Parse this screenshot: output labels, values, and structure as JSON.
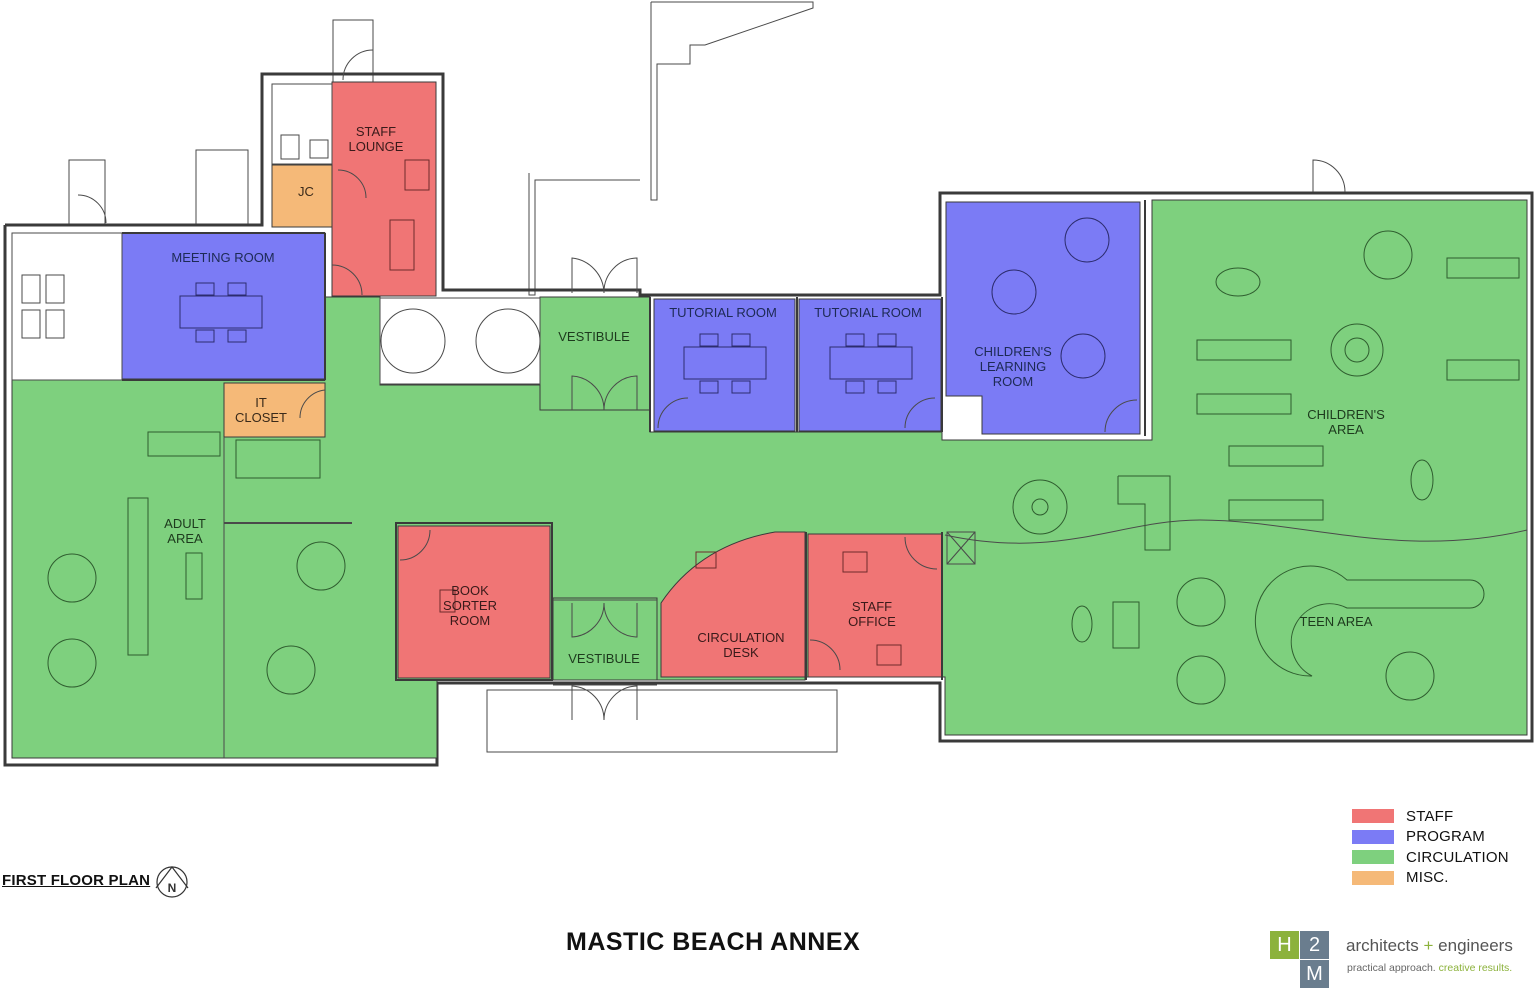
{
  "title": "MASTIC BEACH ANNEX",
  "floor_plan_label": "FIRST FLOOR PLAN",
  "north_icon": "north-arrow-icon",
  "colors": {
    "staff": "#f07575",
    "program": "#7b7bf5",
    "circulation": "#7ed07e",
    "misc": "#f5b978",
    "wall": "#3a3a3a",
    "brand_green": "#8cb23c",
    "brand_dark": "#6a7d8e"
  },
  "legend": [
    {
      "key": "staff",
      "label": "STAFF"
    },
    {
      "key": "program",
      "label": "PROGRAM"
    },
    {
      "key": "circulation",
      "label": "CIRCULATION"
    },
    {
      "key": "misc",
      "label": "MISC."
    }
  ],
  "rooms": {
    "staff_lounge": [
      "STAFF",
      "LOUNGE"
    ],
    "jc": [
      "JC"
    ],
    "meeting_room": [
      "MEETING ROOM"
    ],
    "it_closet": [
      "IT",
      "CLOSET"
    ],
    "vestibule_top": [
      "VESTIBULE"
    ],
    "tutorial_room_1": [
      "TUTORIAL ROOM"
    ],
    "tutorial_room_2": [
      "TUTORIAL ROOM"
    ],
    "childrens_learning_room": [
      "CHILDREN'S",
      "LEARNING",
      "ROOM"
    ],
    "childrens_area": [
      "CHILDREN'S",
      "AREA"
    ],
    "adult_area": [
      "ADULT",
      "AREA"
    ],
    "book_sorter_room": [
      "BOOK",
      "SORTER",
      "ROOM"
    ],
    "vestibule_bottom": [
      "VESTIBULE"
    ],
    "circulation_desk": [
      "CIRCULATION",
      "DESK"
    ],
    "staff_office": [
      "STAFF",
      "OFFICE"
    ],
    "teen_area": [
      "TEEN AREA"
    ]
  },
  "logo": {
    "letters": [
      "H",
      "2",
      "",
      "M"
    ],
    "brand_left": "architects",
    "brand_plus": "+",
    "brand_right": "engineers",
    "tagline_left": "practical approach.",
    "tagline_right": "creative results."
  }
}
